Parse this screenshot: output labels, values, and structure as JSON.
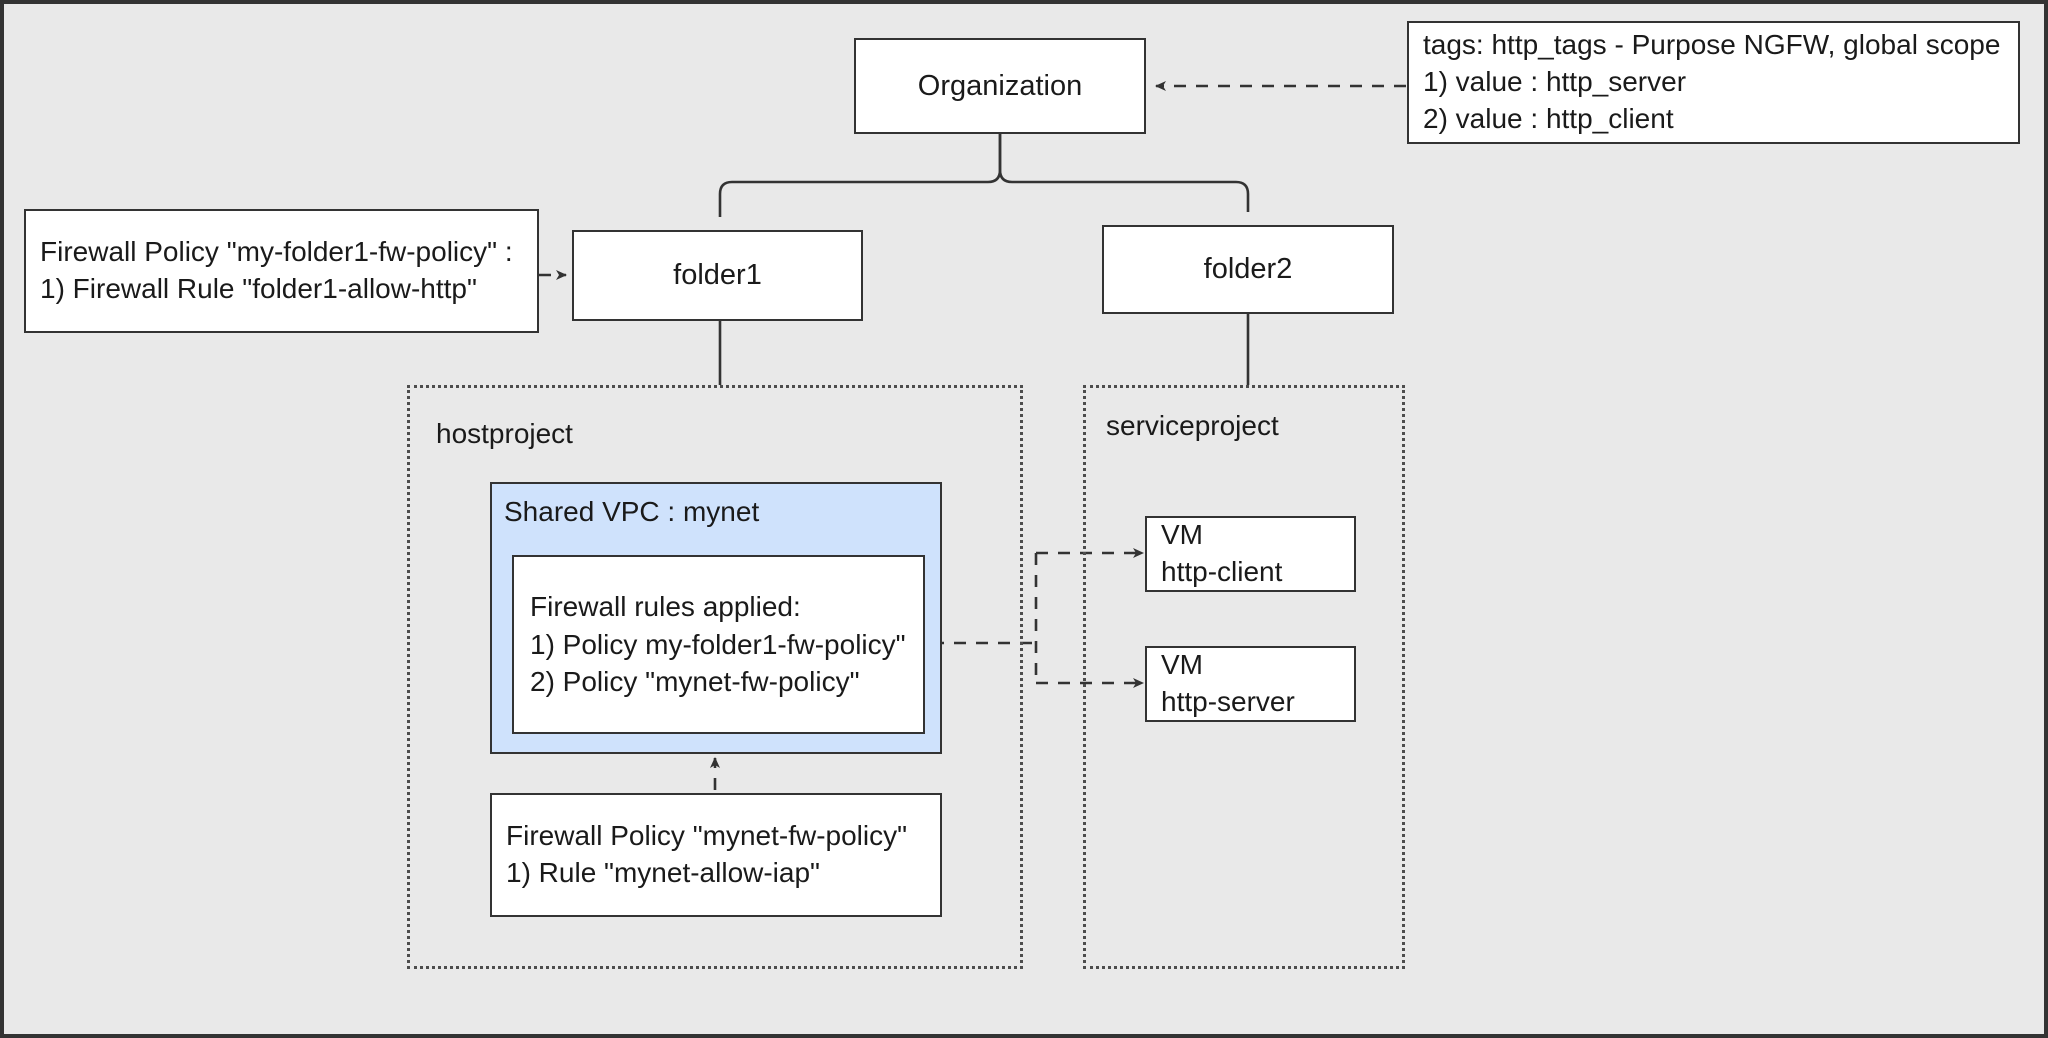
{
  "diagram": {
    "title": "GCP Hierarchical Firewall Policy Diagram",
    "background_color": "#e9e9e9",
    "frame_border_color": "#333333",
    "vpc_fill_color": "#cfe2fc",
    "node_fill_color": "#ffffff",
    "line_color": "#333333"
  },
  "nodes": {
    "organization": {
      "label": "Organization"
    },
    "folder1": {
      "label": "folder1"
    },
    "folder2": {
      "label": "folder2"
    },
    "tags_note": {
      "lines": [
        "tags: http_tags - Purpose NGFW, global scope",
        "1) value : http_server",
        "2) value : http_client"
      ]
    },
    "folder1_policy_note": {
      "lines": [
        "Firewall Policy \"my-folder1-fw-policy\" :",
        "1) Firewall Rule \"folder1-allow-http\""
      ]
    },
    "hostproject": {
      "label": "hostproject"
    },
    "serviceproject": {
      "label": "serviceproject"
    },
    "shared_vpc": {
      "title": "Shared VPC : mynet"
    },
    "applied_rules": {
      "lines": [
        "Firewall rules applied:",
        "1) Policy my-folder1-fw-policy\"",
        "2) Policy \"mynet-fw-policy\""
      ]
    },
    "mynet_policy_note": {
      "lines": [
        "Firewall Policy \"mynet-fw-policy\"",
        "1) Rule \"mynet-allow-iap\""
      ]
    },
    "vm_http_client": {
      "lines": [
        "VM",
        "http-client"
      ]
    },
    "vm_http_server": {
      "lines": [
        "VM",
        "http-server"
      ]
    }
  },
  "edges": [
    {
      "name": "tags-note-to-organization",
      "style": "dashed",
      "arrow": "left"
    },
    {
      "name": "organization-to-folder1",
      "style": "solid",
      "arrow": "none"
    },
    {
      "name": "organization-to-folder2",
      "style": "solid",
      "arrow": "none"
    },
    {
      "name": "folder1-policy-to-folder1",
      "style": "dashed",
      "arrow": "right"
    },
    {
      "name": "folder1-to-hostproject",
      "style": "solid",
      "arrow": "none"
    },
    {
      "name": "folder2-to-serviceproject",
      "style": "solid",
      "arrow": "none"
    },
    {
      "name": "applied-rules-to-vm-http-client",
      "style": "dashed",
      "arrow": "right"
    },
    {
      "name": "applied-rules-to-vm-http-server",
      "style": "dashed",
      "arrow": "right"
    },
    {
      "name": "mynet-policy-to-shared-vpc",
      "style": "dashed",
      "arrow": "up"
    }
  ]
}
